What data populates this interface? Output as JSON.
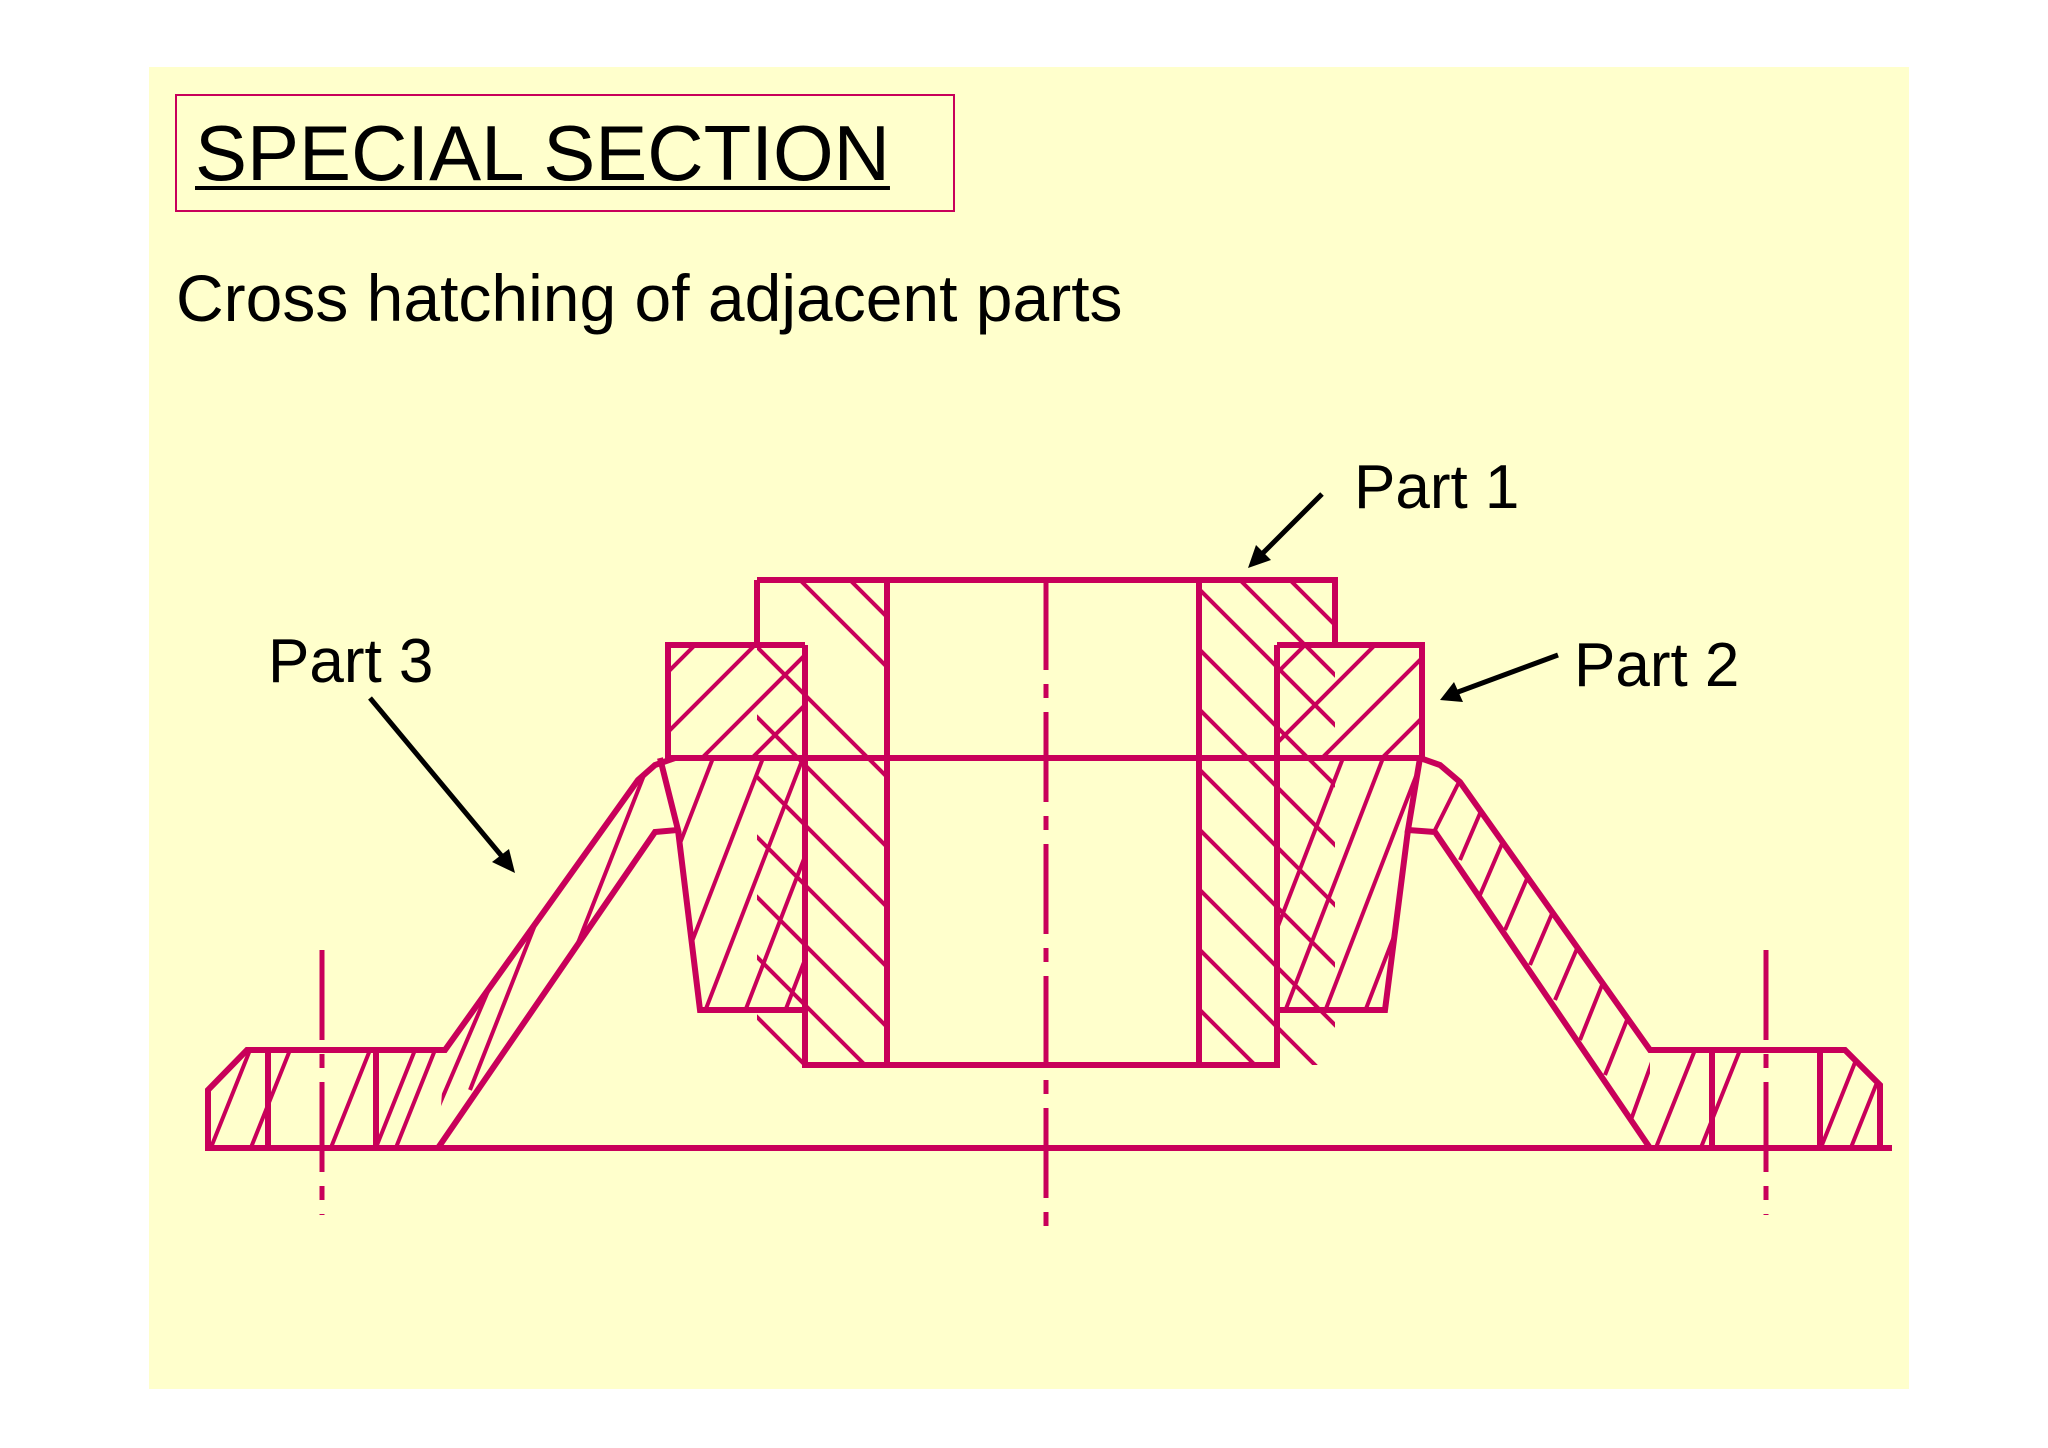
{
  "title": "SPECIAL SECTION",
  "subtitle": "Cross hatching of adjacent parts",
  "labels": {
    "part1": "Part 1",
    "part2": "Part 2",
    "part3": "Part 3"
  },
  "colors": {
    "background": "#ffffcc",
    "line": "#c8005a",
    "text": "#000000"
  }
}
